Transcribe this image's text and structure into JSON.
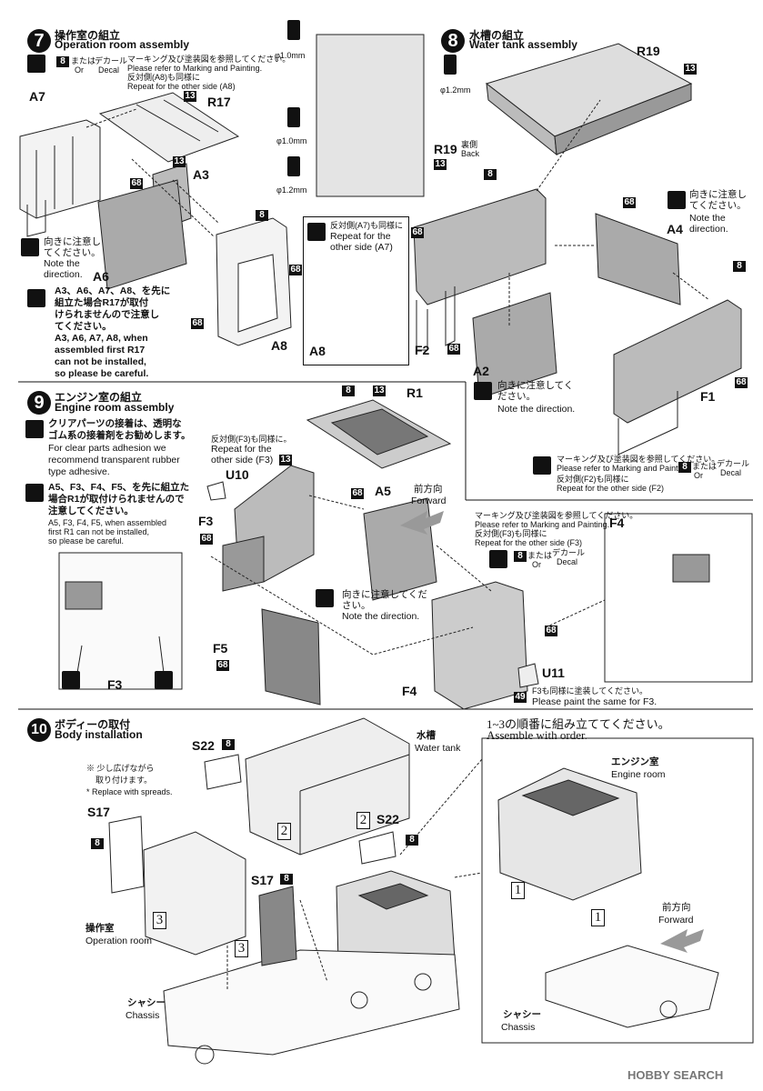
{
  "step7": {
    "num": "7",
    "title_jp": "操作室の組立",
    "title_en": "Operation room assembly",
    "decal_note_jp": "マーキング及び塗装図を参照してください。",
    "decal_note_en": "Please refer to Marking and Painting.",
    "other_side_jp": "反対側(A8)も同様に",
    "other_side_en": "Repeat for the other side (A8)",
    "or_jp": "または",
    "or_en": "Or",
    "decal_jp": "デカール",
    "decal_en": "Decal",
    "badge8": "8",
    "badge13": "13",
    "badge68": "68",
    "parts": {
      "a7": "A7",
      "r17": "R17",
      "a3": "A3",
      "a6": "A6",
      "a8": "A8"
    },
    "dir_note_jp": "向きに注意してください。",
    "dir_note_en": "Note the direction.",
    "warn_jp1": "A3、A6、A7、A8、を先に",
    "warn_jp2": "組立た場合R17が取付",
    "warn_jp3": "けられませんので注意し",
    "warn_jp4": "てください。",
    "warn_en1": "A3, A6, A7, A8, when",
    "warn_en2": "assembled first R17",
    "warn_en3": "can not be installed,",
    "warn_en4": "so please be careful."
  },
  "drill": {
    "d1": "φ1.0mm",
    "d2": "φ1.2mm",
    "d3": "φ1.0mm",
    "d4": "φ1.2mm",
    "r19back": "R19",
    "back_jp": "裏側",
    "back_en": "Back",
    "badge13": "13"
  },
  "a8box": {
    "jp": "反対側(A7)も同様に",
    "en1": "Repeat for the",
    "en2": "other side (A7)",
    "label": "A8"
  },
  "step8": {
    "num": "8",
    "title_jp": "水槽の組立",
    "title_en": "Water tank assembly",
    "parts": {
      "r19": "R19",
      "a4": "A4",
      "f2": "F2",
      "a2": "A2",
      "f1": "F1"
    },
    "badge13": "13",
    "badge8": "8",
    "badge68": "68",
    "dir_jp": "向きに注意してください。",
    "dir_en": "Note the direction.",
    "dir2_jp": "向きに注意してください。",
    "dir2_en": "Note the direction.",
    "mk_jp": "マーキング及び塗装図を参照してください。",
    "mk_en": "Please refer to Marking and Painting.",
    "side_jp": "反対側(F2)も同様に",
    "side_en": "Repeat for the other side (F2)",
    "or_jp": "または",
    "or_en": "Or",
    "decal_jp": "デカール",
    "decal_en": "Decal"
  },
  "step9": {
    "num": "9",
    "title_jp": "エンジン室の組立",
    "title_en": "Engine room assembly",
    "clear_jp1": "クリアパーツの接着は、透明な",
    "clear_jp2": "ゴム系の接着剤をお勧めします。",
    "clear_en1": "For clear parts adhesion we",
    "clear_en2": "recommend transparent rubber",
    "clear_en3": "type adhesive.",
    "warn_jp1": "A5、F3、F4、F5、を先に組立た",
    "warn_jp2": "場合R1が取付けられませんので",
    "warn_jp3": "注意してください。",
    "warn_en1": "A5, F3, F4, F5, when assembled",
    "warn_en2": "first R1 can not be installed,",
    "warn_en3": "so please be careful.",
    "side_jp": "反対側(F3)も同様に。",
    "side_en1": "Repeat for the",
    "side_en2": "other side (F3)",
    "parts": {
      "u10": "U10",
      "f3": "F3",
      "r1": "R1",
      "a5": "A5",
      "f5": "F5",
      "f4": "F4",
      "u11": "U11"
    },
    "forward_jp": "前方向",
    "forward_en": "Forward",
    "dir_jp": "向きに注意してください。",
    "dir_en": "Note the direction.",
    "mk_jp": "マーキング及び塗装図を参照してください。",
    "mk_en": "Please refer to Marking and Painting.",
    "mk_side_jp": "反対側(F3)も同様に",
    "mk_side_en": "Repeat for the other side (F3)",
    "or_jp": "または",
    "or_en": "Or",
    "decal_jp": "デカール",
    "decal_en": "Decal",
    "paint_jp": "F3も同様に塗装してください。",
    "paint_en": "Please paint the same for F3.",
    "f3inset": "F3",
    "f4inset": "F4",
    "badge8": "8",
    "badge13": "13",
    "badge68": "68",
    "badge49": "49"
  },
  "step10": {
    "num": "10",
    "title_jp": "ボディーの取付",
    "title_en": "Body installation",
    "spread_jp1": "※ 少し広げながら",
    "spread_jp2": "取り付けます。",
    "spread_en": "* Replace with spreads.",
    "parts": {
      "s22a": "S22",
      "s22b": "S22",
      "s17a": "S17",
      "s17b": "S17"
    },
    "water_jp": "水槽",
    "water_en": "Water tank",
    "op_jp": "操作室",
    "op_en": "Operation room",
    "chassis_jp": "シャシー",
    "chassis_en": "Chassis",
    "order_jp": "1~3の順番に組み立ててください。",
    "order_en": "Assemble with order.",
    "eng_jp": "エンジン室",
    "eng_en": "Engine room",
    "forward_jp": "前方向",
    "forward_en": "Forward",
    "chassis2_jp": "シャシー",
    "chassis2_en": "Chassis",
    "n1": "1",
    "n2": "2",
    "n3": "3",
    "badge8": "8"
  },
  "watermark": "HOBBY SEARCH"
}
